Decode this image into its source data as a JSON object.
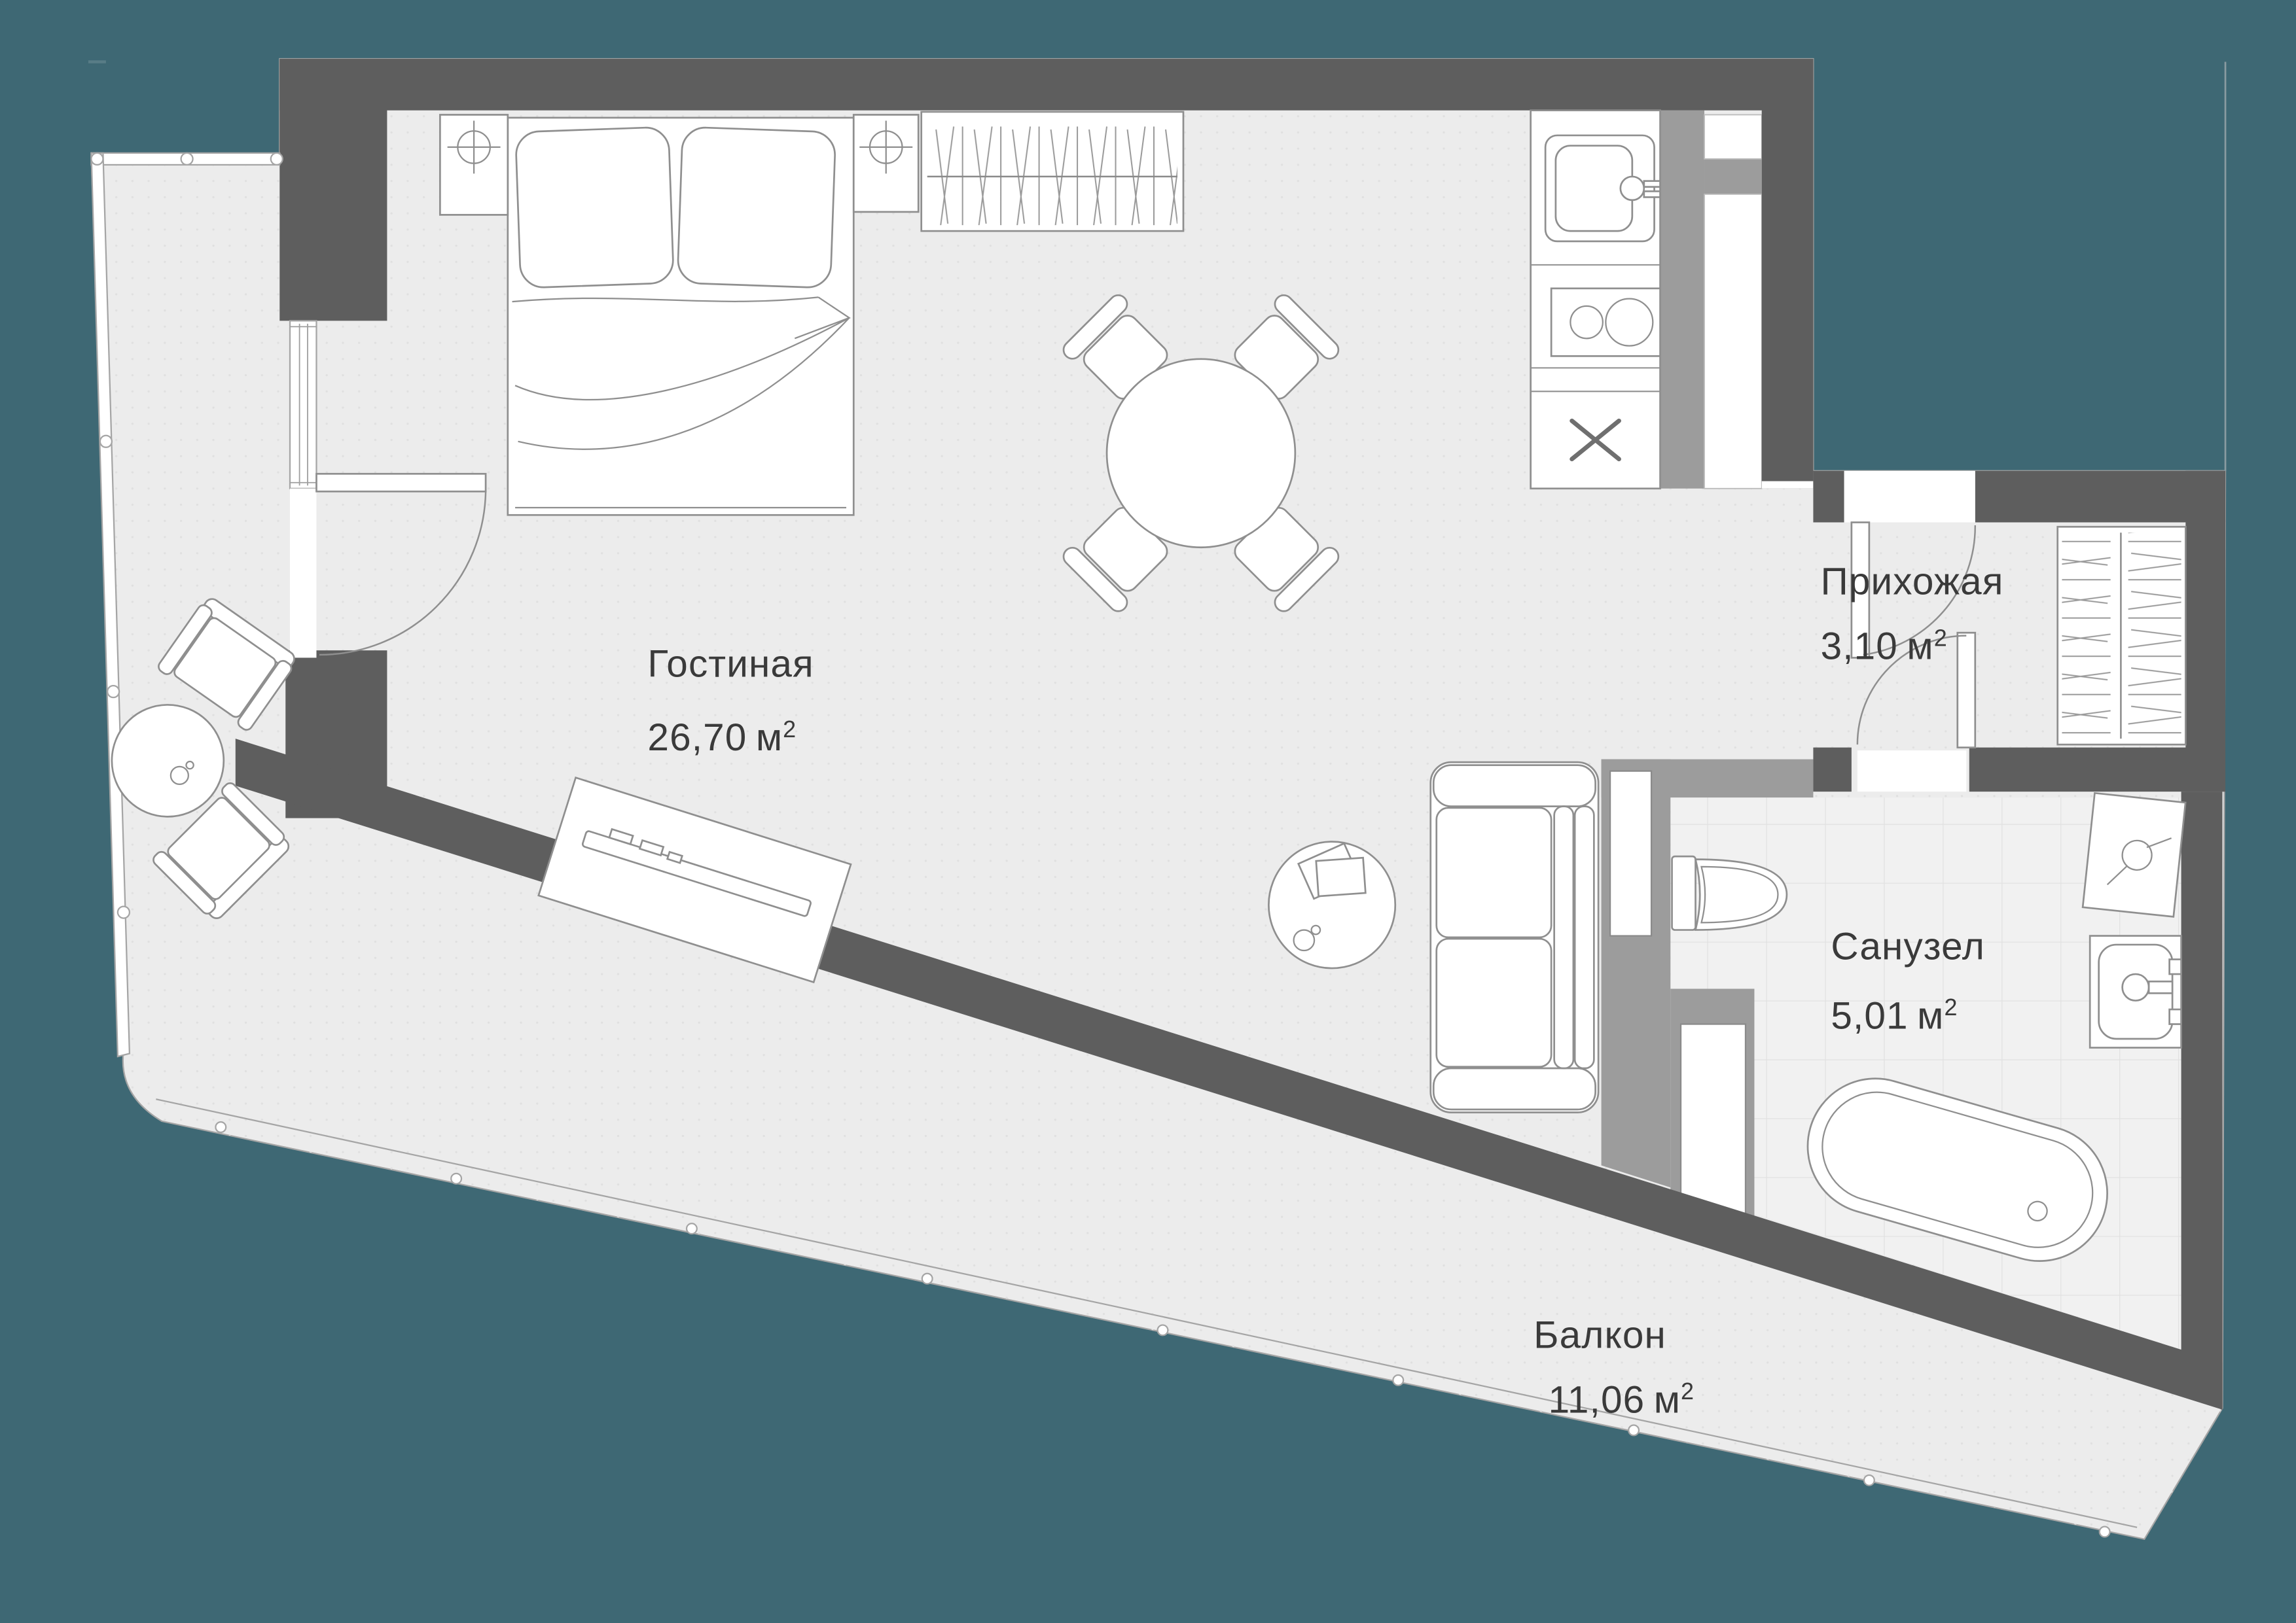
{
  "plan": {
    "rooms": [
      {
        "name": "Гостиная",
        "area": "26,70",
        "unit": "м",
        "sup": "2"
      },
      {
        "name": "Прихожая",
        "area": "3,10",
        "unit": "м",
        "sup": "2"
      },
      {
        "name": "Санузел",
        "area": "5,01",
        "unit": "м",
        "sup": "2"
      },
      {
        "name": "Балкон",
        "area": "11,06",
        "unit": "м",
        "sup": "2"
      }
    ]
  },
  "colors": {
    "background": "#3E6874",
    "wall": "#5E5E5E",
    "partition": "#9C9C9C",
    "floor": "#ECECEC",
    "tile_floor": "#F1F1F1",
    "tile_line": "#E0E0E0",
    "outline": "#8F8F8F",
    "glass": "#A5A5A5",
    "text": "#3A3A3A"
  }
}
